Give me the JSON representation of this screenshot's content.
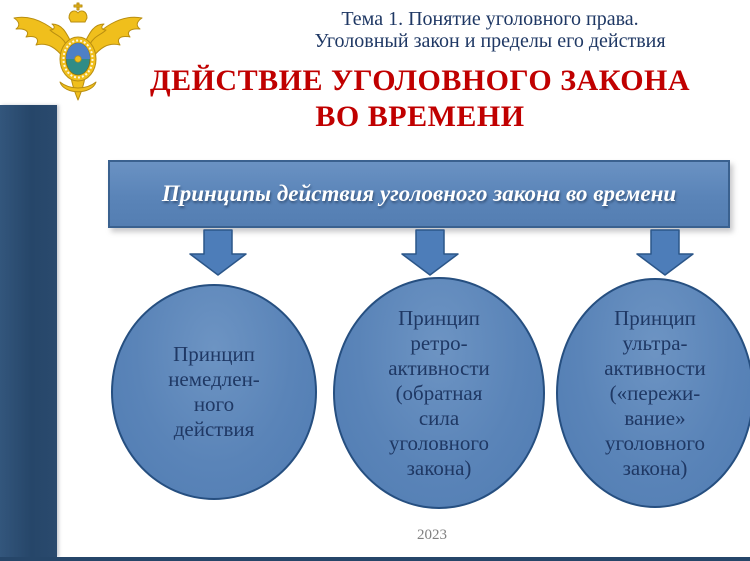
{
  "slide": {
    "header": {
      "line1": "Тема 1. Понятие уголовного права.",
      "line2": "Уголовный закон и пределы его действия"
    },
    "title": {
      "line1": "ДЕЙСТВИЕ УГОЛОВНОГО ЗАКОНА",
      "line2": "ВО ВРЕМЕНИ"
    },
    "banner": {
      "text": "Принципы действия уголовного закона во времени"
    },
    "principles": [
      {
        "lines": [
          "Принцип",
          "немедлен-",
          "ного",
          "действия"
        ]
      },
      {
        "lines": [
          "Принцип",
          "ретро-",
          "активности",
          "(обратная",
          "сила",
          "уголовного",
          "закона)"
        ]
      },
      {
        "lines": [
          "Принцип",
          "ультра-",
          "активности",
          "(«пережи-",
          "вание»",
          "уголовного",
          "закона)"
        ]
      }
    ],
    "footer": {
      "year": "2023"
    },
    "emblem": {
      "name": "mvd-russia-double-headed-eagle"
    },
    "colors": {
      "accent_navy": "#2A4A6E",
      "title_red": "#C00000",
      "text_navy": "#1F3864",
      "shape_blue": "#5A84B8",
      "shape_border": "#264F80",
      "emblem_gold": "#F0BF1C",
      "footer_gray": "#808080"
    }
  }
}
